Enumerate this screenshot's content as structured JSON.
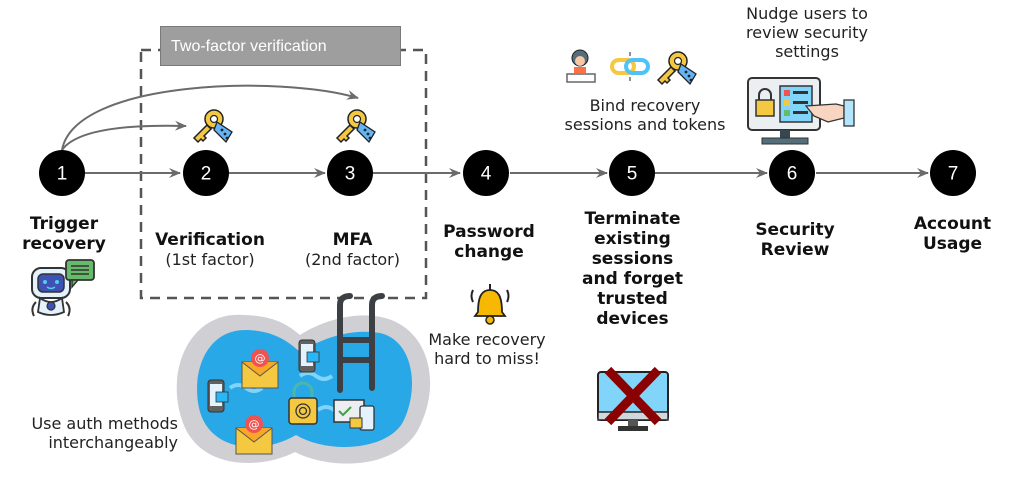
{
  "group": {
    "title": "Two-factor verification"
  },
  "steps": [
    {
      "num": "1",
      "title": "Trigger recovery",
      "lines": [
        "Trigger",
        "recovery"
      ]
    },
    {
      "num": "2",
      "title": "Verification",
      "subtitle": "(1st factor)"
    },
    {
      "num": "3",
      "title": "MFA",
      "subtitle": "(2nd factor)"
    },
    {
      "num": "4",
      "lines": [
        "Password",
        "change"
      ]
    },
    {
      "num": "5",
      "lines": [
        "Terminate",
        "existing",
        "sessions",
        "and forget",
        "trusted",
        "devices"
      ]
    },
    {
      "num": "6",
      "lines": [
        "Security",
        "Review"
      ]
    },
    {
      "num": "7",
      "lines": [
        "Account",
        "Usage"
      ]
    }
  ],
  "annotations": {
    "bind": [
      "Bind recovery",
      "sessions and tokens"
    ],
    "nudge": [
      "Nudge users to",
      "review security",
      "settings"
    ],
    "alert": [
      "Make recovery",
      "hard to miss!"
    ],
    "pool": [
      "Use auth methods",
      "interchangeably"
    ]
  },
  "colors": {
    "node": "#000000",
    "arrow": "#6b6b6b",
    "dash": "#555555",
    "pool_water": "#29a8e8",
    "pool_rim": "#cfcfd4",
    "key": "#f5c842",
    "tag": "#64b5f6",
    "bell": "#f6b800",
    "cross": "#8b0000",
    "screen": "#81d4fa"
  }
}
